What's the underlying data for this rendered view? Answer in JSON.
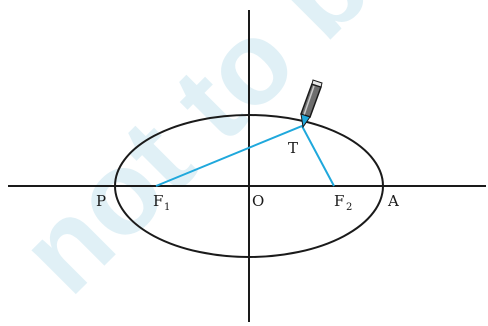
{
  "figure": {
    "points": {
      "P": "P",
      "F1": "F",
      "F1_sub": "1",
      "O": "O",
      "T": "T",
      "F2": "F",
      "F2_sub": "2",
      "A": "A"
    },
    "watermark_text": "not to be"
  },
  "colors": {
    "axis": "#1a1a1a",
    "ellipse": "#1a1a1a",
    "string": "#1fa8dc",
    "pencil_body": "#6e6e6e",
    "pencil_tip": "#1fa8dc",
    "watermark": "#c6e3ee"
  },
  "icons": {
    "pencil": "pencil-icon"
  }
}
